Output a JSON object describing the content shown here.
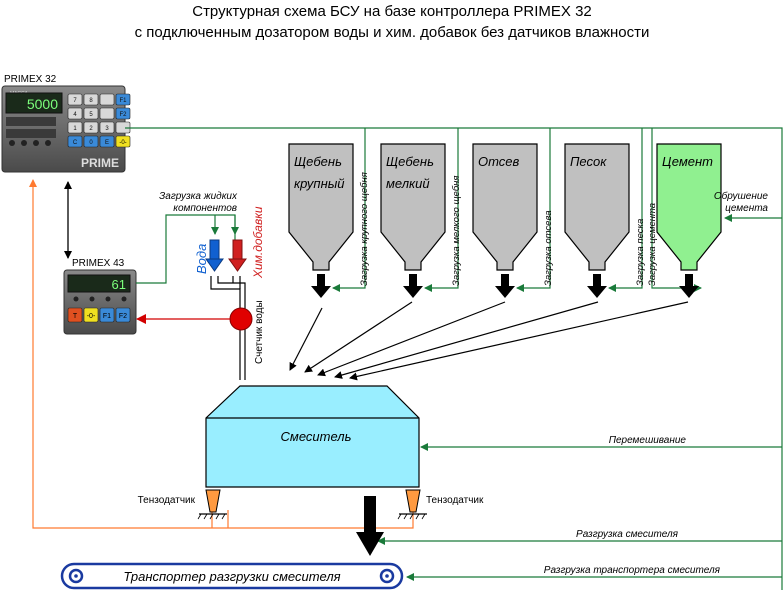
{
  "title": {
    "line1": "Структурная схема БСУ на базе контроллера PRIMEX 32",
    "line2": "с подключенным дозатором воды и хим. добавок без датчиков влажности"
  },
  "controller32": {
    "label": "PRIMEX 32",
    "display": "5000",
    "tag": "МАССА",
    "keys": [
      "7",
      "8",
      "F1",
      "4",
      "5",
      "F2",
      "1",
      "2",
      "3",
      "C",
      "0",
      "E",
      "-0-"
    ],
    "brand": "PRIME"
  },
  "controller43": {
    "label": "PRIMEX 43",
    "display": "61",
    "keys": [
      "T",
      "-0-",
      "F1",
      "F2"
    ]
  },
  "liquid": {
    "load_label_1": "Загрузка жидких",
    "load_label_2": "компонентов",
    "water": "Вода",
    "chem": "Хим.добавки",
    "meter": "Счетчик воды"
  },
  "hoppers": [
    {
      "name_1": "Щебень",
      "name_2": "крупный",
      "load": "Загрузка крупного щебня"
    },
    {
      "name_1": "Щебень",
      "name_2": "мелкий",
      "load": "Загрузка мелкого щебня"
    },
    {
      "name_1": "Отсев",
      "name_2": "",
      "load": "Загрузка отсева"
    },
    {
      "name_1": "Песок",
      "name_2": "",
      "load": "Загрузка песка"
    },
    {
      "name_1": "Цемент",
      "name_2": "",
      "load": "Загрузка цемента"
    }
  ],
  "collapse_label_1": "Обрушение",
  "collapse_label_2": "цемента",
  "mixer": {
    "name": "Смеситель",
    "mixing": "Перемешивание",
    "unload": "Разгрузка смесителя",
    "load_cell_left": "Тензодатчик",
    "load_cell_right": "Тензодатчик"
  },
  "conveyor": {
    "name": "Транспортер разгрузки смесителя",
    "unload": "Разгрузка транспортера смесителя"
  },
  "colors": {
    "hopper": "#c0c0c0",
    "cement": "#90f090",
    "mixer": "#99eeff",
    "signal": "#1a7a3a",
    "feedback": "#d20000",
    "weight_line": "#ff7a30",
    "water": "#1060d0",
    "chem": "#d02020"
  }
}
